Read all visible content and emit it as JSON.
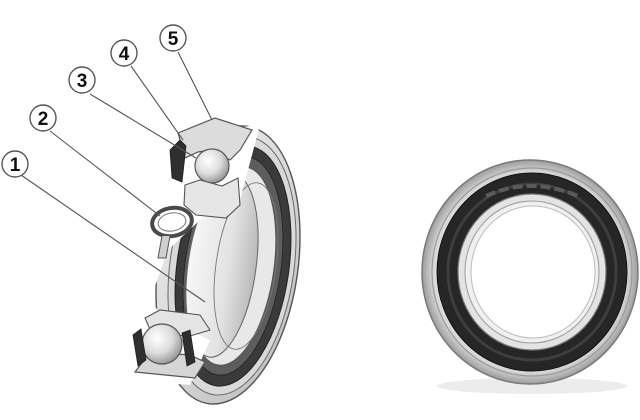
{
  "callouts": [
    {
      "label": "1",
      "target": "inner-ring"
    },
    {
      "label": "2",
      "target": "cage"
    },
    {
      "label": "3",
      "target": "ball"
    },
    {
      "label": "4",
      "target": "seal"
    },
    {
      "label": "5",
      "target": "outer-ring"
    }
  ],
  "colors": {
    "steel_light": "#eeeeee",
    "steel_mid": "#c9c9c9",
    "steel_dark": "#8a8a8a",
    "seal": "#333333",
    "outline": "#555555"
  }
}
